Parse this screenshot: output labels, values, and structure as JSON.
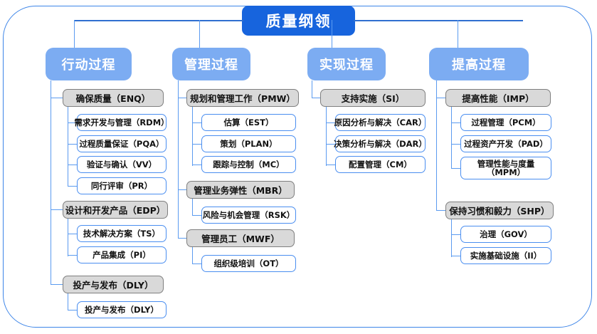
{
  "diagram": {
    "type": "tree-hierarchy",
    "title": "质量纲领",
    "frame_color": "#3d85e8",
    "title_color": "#1764dd",
    "header_color": "#7cacf2",
    "group_color": "#d9d9d9",
    "leaf_border_color": "#4a8ef0",
    "connector_color": "#5b9bf0"
  },
  "columns": [
    {
      "id": "col-action",
      "header": "行动过程",
      "groups": [
        {
          "id": "grp-enq",
          "label": "确保质量（ENQ）",
          "children": [
            {
              "label": "需求开发与管理（RDM）"
            },
            {
              "label": "过程质量保证（PQA）"
            },
            {
              "label": "验证与确认（VV）"
            },
            {
              "label": "同行评审（PR）"
            }
          ]
        },
        {
          "id": "grp-edp",
          "label": "设计和开发产品（EDP）",
          "children": [
            {
              "label": "技术解决方案（TS）"
            },
            {
              "label": "产品集成（PI）"
            }
          ]
        },
        {
          "id": "grp-dly",
          "label": "投产与发布（DLY）",
          "children": [
            {
              "label": "投产与发布（DLY）"
            }
          ]
        }
      ]
    },
    {
      "id": "col-manage",
      "header": "管理过程",
      "groups": [
        {
          "id": "grp-pmw",
          "label": "规划和管理工作（PMW）",
          "children": [
            {
              "label": "估算（EST）"
            },
            {
              "label": "策划（PLAN）"
            },
            {
              "label": "跟踪与控制（MC）"
            }
          ]
        },
        {
          "id": "grp-mbr",
          "label": "管理业务弹性（MBR）",
          "children": [
            {
              "label": "风险与机会管理（RSK）"
            }
          ]
        },
        {
          "id": "grp-mwf",
          "label": "管理员工（MWF）",
          "children": [
            {
              "label": "组织级培训（OT）"
            }
          ]
        }
      ]
    },
    {
      "id": "col-realize",
      "header": "实现过程",
      "groups": [
        {
          "id": "grp-si",
          "label": "支持实施（SI）",
          "children": [
            {
              "label": "原因分析与解决（CAR）"
            },
            {
              "label": "决策分析与解决（DAR）"
            },
            {
              "label": "配置管理（CM）"
            }
          ]
        }
      ]
    },
    {
      "id": "col-improve",
      "header": "提高过程",
      "groups": [
        {
          "id": "grp-imp",
          "label": "提高性能（IMP）",
          "children": [
            {
              "label": "过程管理（PCM）"
            },
            {
              "label": "过程资产开发（PAD）"
            },
            {
              "label": "管理性能与度量（MPM）"
            }
          ]
        },
        {
          "id": "grp-shp",
          "label": "保持习惯和毅力（SHP）",
          "children": [
            {
              "label": "治理（GOV）"
            },
            {
              "label": "实施基础设施（II）"
            }
          ]
        }
      ]
    }
  ]
}
